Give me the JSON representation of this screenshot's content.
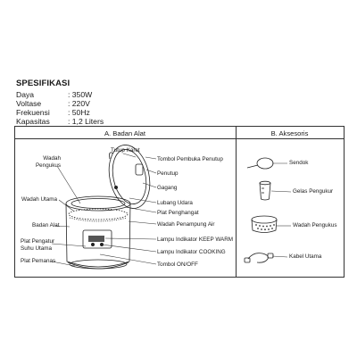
{
  "spec": {
    "title": "SPESIFIKASI",
    "rows": [
      {
        "key": "Daya",
        "value": ": 350W"
      },
      {
        "key": "Voltase",
        "value": ": 220V"
      },
      {
        "key": "Frekuensi",
        "value": ": 50Hz"
      },
      {
        "key": "Kapasitas",
        "value": ": 1,2 Liters"
      }
    ]
  },
  "table": {
    "col_a": "A. Badan Alat",
    "col_b": "B. Aksesoris"
  },
  "parts": {
    "tutup_karet": "Tutup Karet",
    "tombol_pembuka": "Tombol Pembuka Penutup",
    "penutup": "Penutup",
    "gagang": "Gagang",
    "lubang_udara": "Lubang Udara",
    "plat_penghangat": "Plat Penghangat",
    "wadah_penampung_air": "Wadah Penampung Air",
    "lampu_keep_warm": "Lampu Indikator KEEP WARM",
    "lampu_cooking": "Lampu Indikator COOKING",
    "tombol_onoff": "Tombol ON/OFF",
    "wadah_pengukus_1": "Wadah",
    "wadah_pengukus_2": "Pengukus",
    "wadah_utama": "Wadah Utama",
    "badan_alat": "Badan Alat",
    "plat_pengatur_1": "Plat Pengatur",
    "plat_pengatur_2": "Suhu Utama",
    "plat_pemanas": "Plat Pemanas"
  },
  "accessories": {
    "sendok": "Sendok",
    "gelas": "Gelas Pengukur",
    "wadah": "Wadah Pengukus",
    "kabel": "Kabel Utama"
  }
}
